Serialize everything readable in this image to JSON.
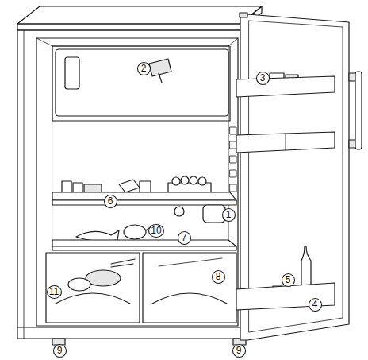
{
  "diagram": {
    "nodes": [
      {
        "text": [
          "2"
        ]
      },
      {
        "text": [
          "3"
        ]
      },
      {
        "text": [
          "6"
        ]
      },
      {
        "text": [
          "1"
        ]
      },
      {
        "text": [
          "10"
        ]
      },
      {
        "text": [
          "7"
        ]
      },
      {
        "text": [
          "8"
        ]
      },
      {
        "text": [
          "5"
        ]
      },
      {
        "text": [
          "11"
        ]
      },
      {
        "text": [
          "4"
        ]
      },
      {
        "text": [
          "9"
        ]
      },
      {
        "text": [
          "9"
        ]
      }
    ]
  }
}
